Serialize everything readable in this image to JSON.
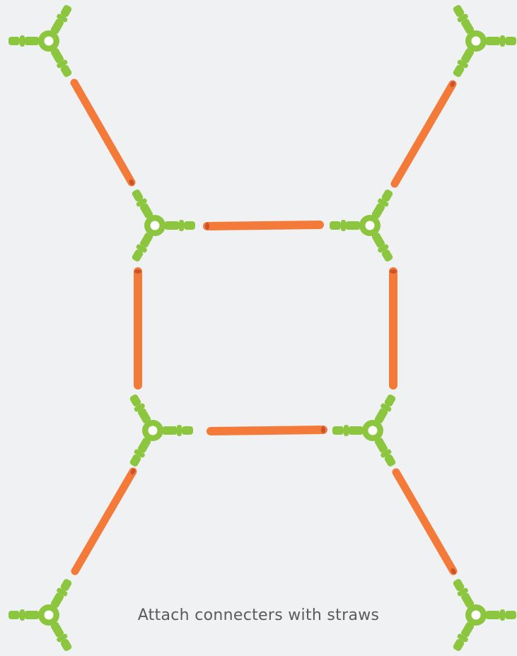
{
  "caption": "Attach connecters with straws",
  "colors": {
    "background": "#f0f1f3",
    "connector": "#8cc63f",
    "connector_hole": "#ffffff",
    "straw": "#f47a3a",
    "straw_end": "#c9532a",
    "caption_text": "#5a5a5a"
  },
  "connector_count": 8,
  "straw_count": 8
}
